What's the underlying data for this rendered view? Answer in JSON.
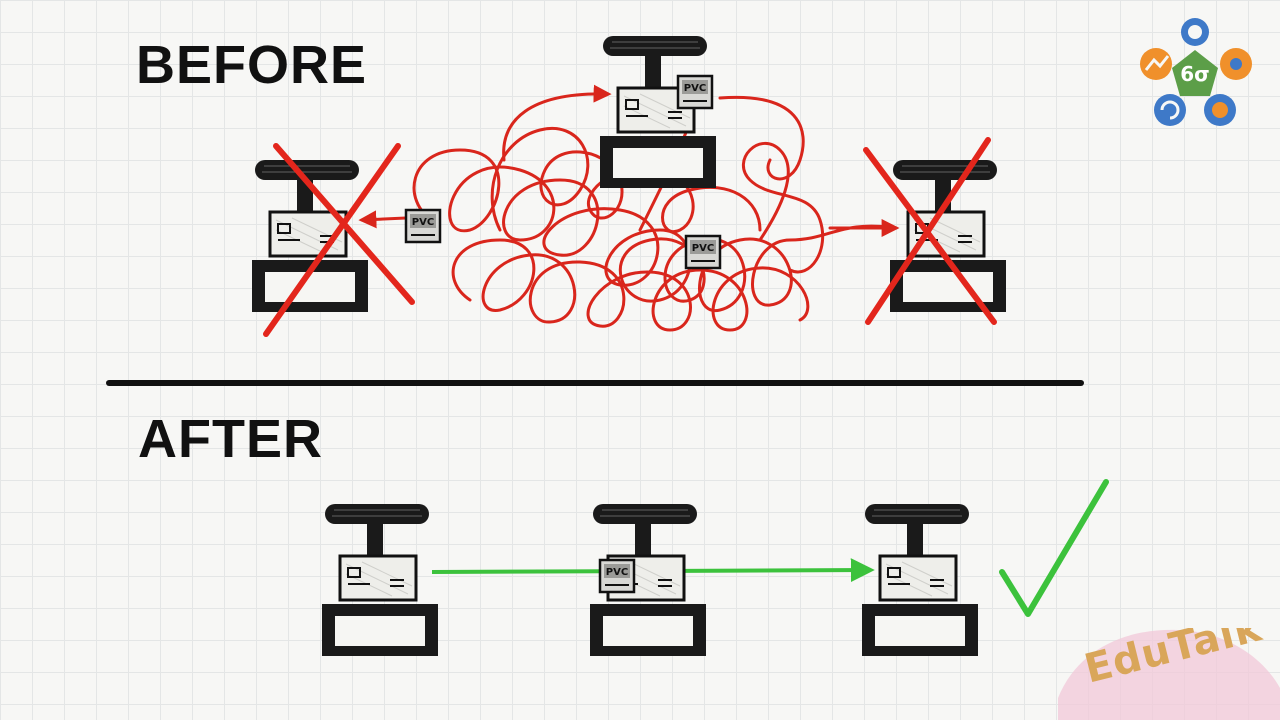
{
  "sections": {
    "before": "BEFORE",
    "after": "AFTER"
  },
  "logo": {
    "symbol": "6σ"
  },
  "watermark": "EduTalk",
  "colors": {
    "messy_flow": "#d9261c",
    "clean_flow": "#3cc23c",
    "reject_mark": "#e3261c",
    "ink": "#111111",
    "logo_blue": "#3e79c8",
    "logo_orange": "#f0902b",
    "logo_green": "#5c9e48"
  },
  "icons": {
    "reject": "red-x-icon",
    "approve": "green-check-icon"
  },
  "diagram": {
    "before": {
      "machines": 3,
      "rejected_machines": 2,
      "parts_in_transit": 3
    },
    "after": {
      "machines": 3,
      "parts_in_transit": 1
    }
  }
}
